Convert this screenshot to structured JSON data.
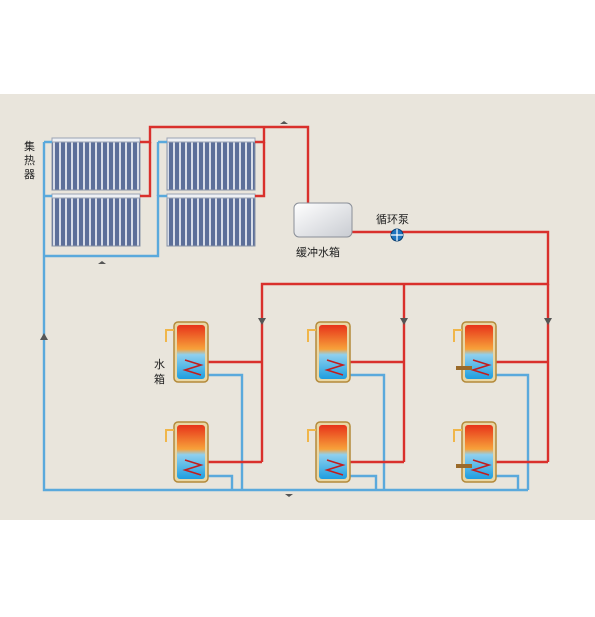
{
  "labels": {
    "collector": [
      "集",
      "热",
      "器"
    ],
    "buffer_tank": "缓冲水箱",
    "pump": "循环泵",
    "water_tank": [
      "水",
      "箱"
    ]
  },
  "colors": {
    "background": "#e9e5dc",
    "hot_pipe": "#d9302c",
    "cold_pipe": "#5aa9dc",
    "collector_panel": "#7a8fb4",
    "tank_hot": "#f05a1e",
    "tank_cold": "#2aa7e0",
    "tank_frame": "#c9a45b",
    "pump_icon": "#1e73be"
  },
  "icons": [
    "collector-panel-icon",
    "buffer-tank-icon",
    "pump-icon",
    "water-tank-icon",
    "arrow-icon"
  ]
}
